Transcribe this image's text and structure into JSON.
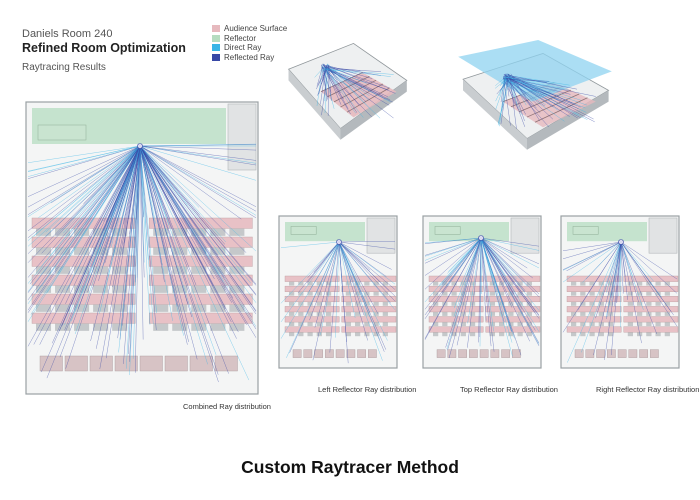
{
  "header": {
    "room": "Daniels Room 240",
    "title": "Refined Room Optimization",
    "subtitle": "Raytracing Results"
  },
  "legend": [
    {
      "label": "Audience Surface",
      "color": "#e6b9be"
    },
    {
      "label": "Reflector",
      "color": "#b5dcc0"
    },
    {
      "label": "Direct Ray",
      "color": "#39b5e6"
    },
    {
      "label": "Reflected Ray",
      "color": "#3848a6"
    }
  ],
  "captions": {
    "combined": "Combined Ray distribution",
    "left": "Left Reflector Ray distribution",
    "top": "Top Reflector Ray distribution",
    "right": "Right Reflector Ray distribution"
  },
  "footer": "Custom Raytracer Method"
}
